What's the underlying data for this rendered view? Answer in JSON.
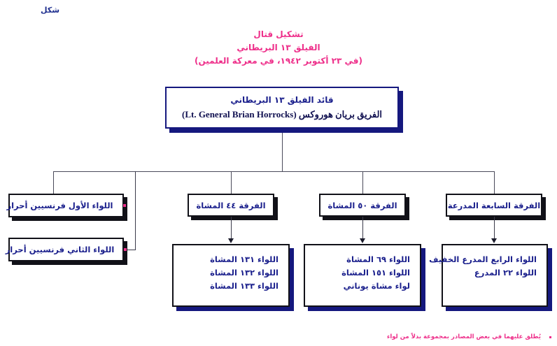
{
  "figure": {
    "label": "شكل"
  },
  "title": {
    "lines": [
      "تشكيل قتال",
      "الفيلق ١٣ البريطاني",
      "(في ٢٣ أكتوبر ١٩٤٢، في معركة العلمين)"
    ]
  },
  "commander": {
    "line1": "قائد الفيلق ١٣ البريطاني",
    "line2": "الفريق بريان هوروكس (Lt. General Brian Horrocks)"
  },
  "french_brigades": [
    {
      "label": "اللواء الأول فرنسيين أحرار"
    },
    {
      "label": "اللواء الثاني فرنسيين أحرار"
    }
  ],
  "divisions": [
    {
      "name": "الفرقة ٤٤ المشاة",
      "units": [
        "اللواء ١٣١ المشاة",
        "اللواء ١٣٢ المشاة",
        "اللواء ١٣٣ المشاة"
      ]
    },
    {
      "name": "الفرقة ٥٠ المشاة",
      "units": [
        "اللواء ٦٩ المشاة",
        "اللواء ١٥١ المشاة",
        "لواء مشاة يوناني"
      ]
    },
    {
      "name": "الفرقة السابعة المدرعة",
      "units": [
        "اللواء الرابع المدرع الخفيف",
        "اللواء ٢٢ المدرع"
      ]
    }
  ],
  "footnote": {
    "text": "يُطلق عليهما في بعض المصادر بمجموعة بدلاً من لواء"
  },
  "colors": {
    "title_pink": "#ee2f8a",
    "text_navy": "#1a1f8c",
    "shadow_navy": "#15187e",
    "frame_black": "#111118",
    "connector": "#4a4a5a"
  }
}
